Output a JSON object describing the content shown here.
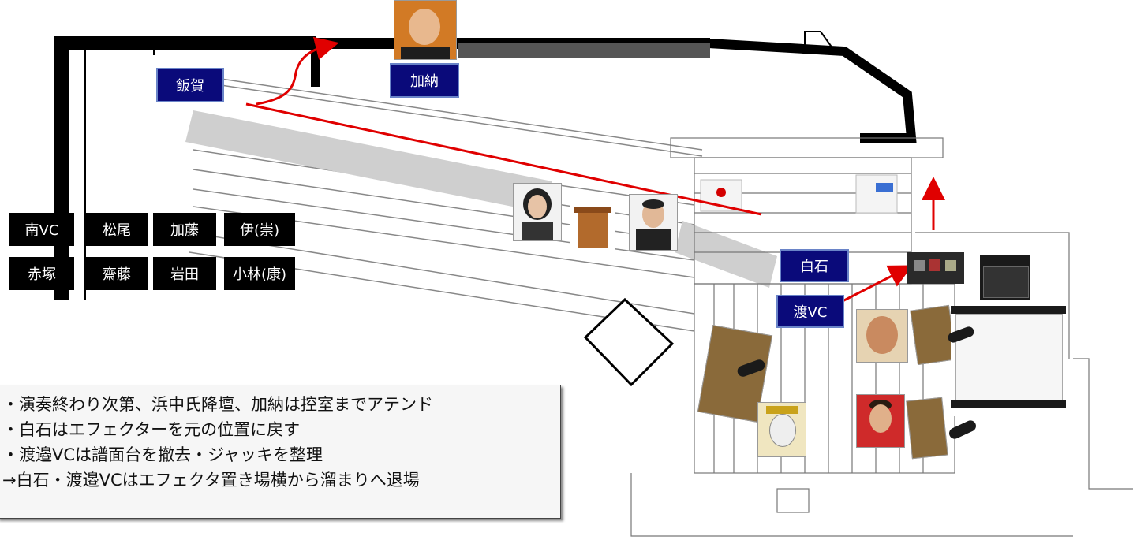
{
  "labels": {
    "iga": "飯賀",
    "kano": "加納",
    "shiraishi": "白石",
    "watari_vc": "渡VC",
    "minami_vc": "南VC",
    "matsuo": "松尾",
    "kato": "加藤",
    "i_takashi": "伊(崇)",
    "akatsuka": "赤塚",
    "saito": "齋藤",
    "iwata": "岩田",
    "kobayashi_yasushi": "小林(康)"
  },
  "notes": [
    "・演奏終わり次第、浜中氏降壇、加納は控室までアテンド",
    "・白石はエフェクターを元の位置に戻す",
    "・渡邉VCは譜面台を撤去・ジャッキを整理",
    "→白石・渡邉VCはエフェクタ置き場横から溜まりへ退場"
  ],
  "colors": {
    "arrow": "#e00000",
    "label_blue": "#0a0a7a",
    "label_black": "#000000",
    "wall": "#000000"
  }
}
